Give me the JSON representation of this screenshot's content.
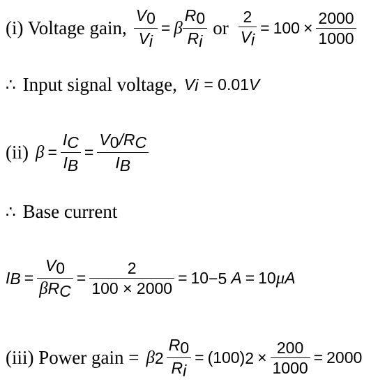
{
  "line1": {
    "label": "(i) Voltage gain,",
    "f1_num_v": "V",
    "f1_num_sub": "0",
    "f1_den_v": "V",
    "f1_den_sub": "i",
    "beta": "β",
    "f2_num_v": "R",
    "f2_num_sub": "0",
    "f2_den_v": "R",
    "f2_den_sub": "i",
    "or": "or",
    "f3_num": "2",
    "f3_den_v": "V",
    "f3_den_sub": "i",
    "eq_val": "100",
    "times": "×",
    "f4_num": "2000",
    "f4_den": "1000"
  },
  "line2": {
    "therefore": "∴",
    "label": "Input signal voltage,",
    "v": "V",
    "v_sub": "i",
    "eq": "= 0.01",
    "unit": "V"
  },
  "line3": {
    "label": "(ii)",
    "beta": "β",
    "f1_num": "I",
    "f1_num_sub": "C",
    "f1_den": "I",
    "f1_den_sub": "B",
    "f2_num_v": "V",
    "f2_num_sub": "0",
    "f2_num_r": "/R",
    "f2_num_r_sub": "C",
    "f2_den": "I",
    "f2_den_sub": "B"
  },
  "line4": {
    "therefore": "∴",
    "label": "Base  current"
  },
  "line5": {
    "i": "I",
    "i_sub": "B",
    "f1_num_v": "V",
    "f1_num_sub": "0",
    "f1_den_beta": "β",
    "f1_den_r": "R",
    "f1_den_sub": "C",
    "f2_num": "2",
    "f2_den": "100 × 2000",
    "ten": "10",
    "exp": "−5",
    "unit_a": "A",
    "result": "10",
    "mu": "μ",
    "unit_a2": "A"
  },
  "line6": {
    "label": "(iii) Power gain =",
    "beta": "β",
    "beta_exp": "2",
    "f1_num_v": "R",
    "f1_num_sub": "0",
    "f1_den_v": "R",
    "f1_den_sub": "i",
    "paren": "(100)",
    "paren_exp": "2",
    "times": "×",
    "f2_num": "200",
    "f2_den": "1000",
    "result": "2000"
  }
}
